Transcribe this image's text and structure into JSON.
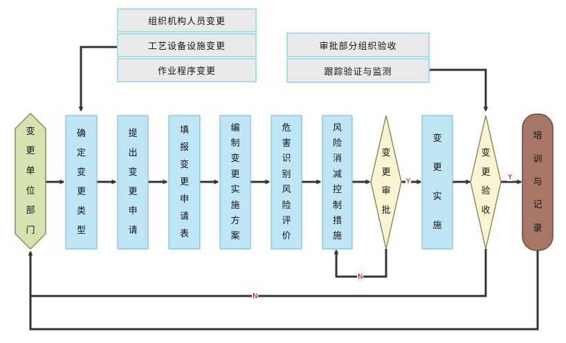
{
  "colors": {
    "step_fill": "#bfe6f5",
    "step_border": "#6cb4d6",
    "top_box_fill": "#eaeaea",
    "top_box_border": "#a6dcec",
    "hex_fill": "#d6e3b0",
    "hex_border": "#7d8f55",
    "diamond_fill": "#fbf4d2",
    "diamond_border": "#8c8a5a",
    "terminal_fill": "#a67766",
    "terminal_border": "#6e4a3c",
    "arrow": "#333333",
    "flow_label": "#c00000"
  },
  "change_types": [
    "组织机构人员变更",
    "工艺设备设施变更",
    "作业程序变更"
  ],
  "approval_items": [
    "审批部分组织验收",
    "跟踪验证与监测"
  ],
  "start_node": "变更单位部门",
  "steps": [
    "确定变更类型",
    "提出变更申请",
    "填报变更申请表",
    "编制变更实施方案",
    "危害识别风险评价",
    "风险消减控制措施"
  ],
  "decision_approve": "变更审批",
  "implement_step": "变更实施",
  "decision_accept": "变更验收",
  "end_node": "培训与记录",
  "flow_labels": {
    "yes": "Y",
    "no": "N"
  }
}
